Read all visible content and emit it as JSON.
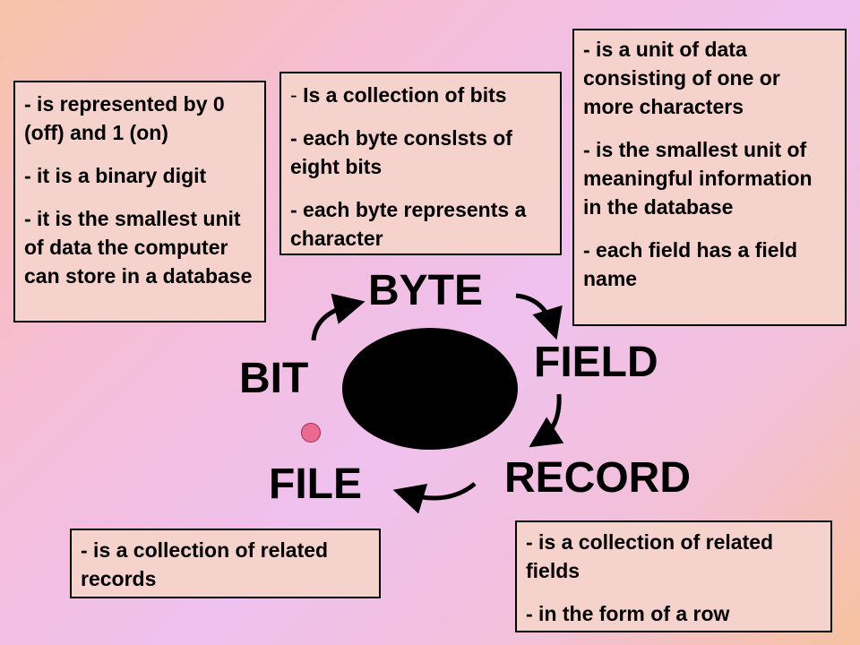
{
  "bit": {
    "label": "BIT",
    "lines": [
      "- is represented by 0 (off) and 1 (on)",
      "- it is a binary digit",
      "- it is the smallest unit of data the computer can store in a database"
    ]
  },
  "byte": {
    "label": "BYTE",
    "first_dash": "- ",
    "first_text": "Is a collection of bits",
    "lines": [
      "- each byte conslsts of eight bits",
      "- each byte represents a character"
    ]
  },
  "field": {
    "label": "FIELD",
    "lines": [
      "- is a unit of data consisting of one or more characters",
      "- is the smallest unit of meaningful information in the database",
      "- each field has a field name"
    ]
  },
  "record": {
    "label": "RECORD",
    "lines": [
      "- is a collection of related fields",
      "- in the form of a row"
    ]
  },
  "file": {
    "label": "FILE",
    "lines": [
      "- is a collection of related records"
    ]
  },
  "colors": {
    "box_fill": "#f6d2cc",
    "dot": "#ec6a92",
    "blob": "#000000"
  }
}
